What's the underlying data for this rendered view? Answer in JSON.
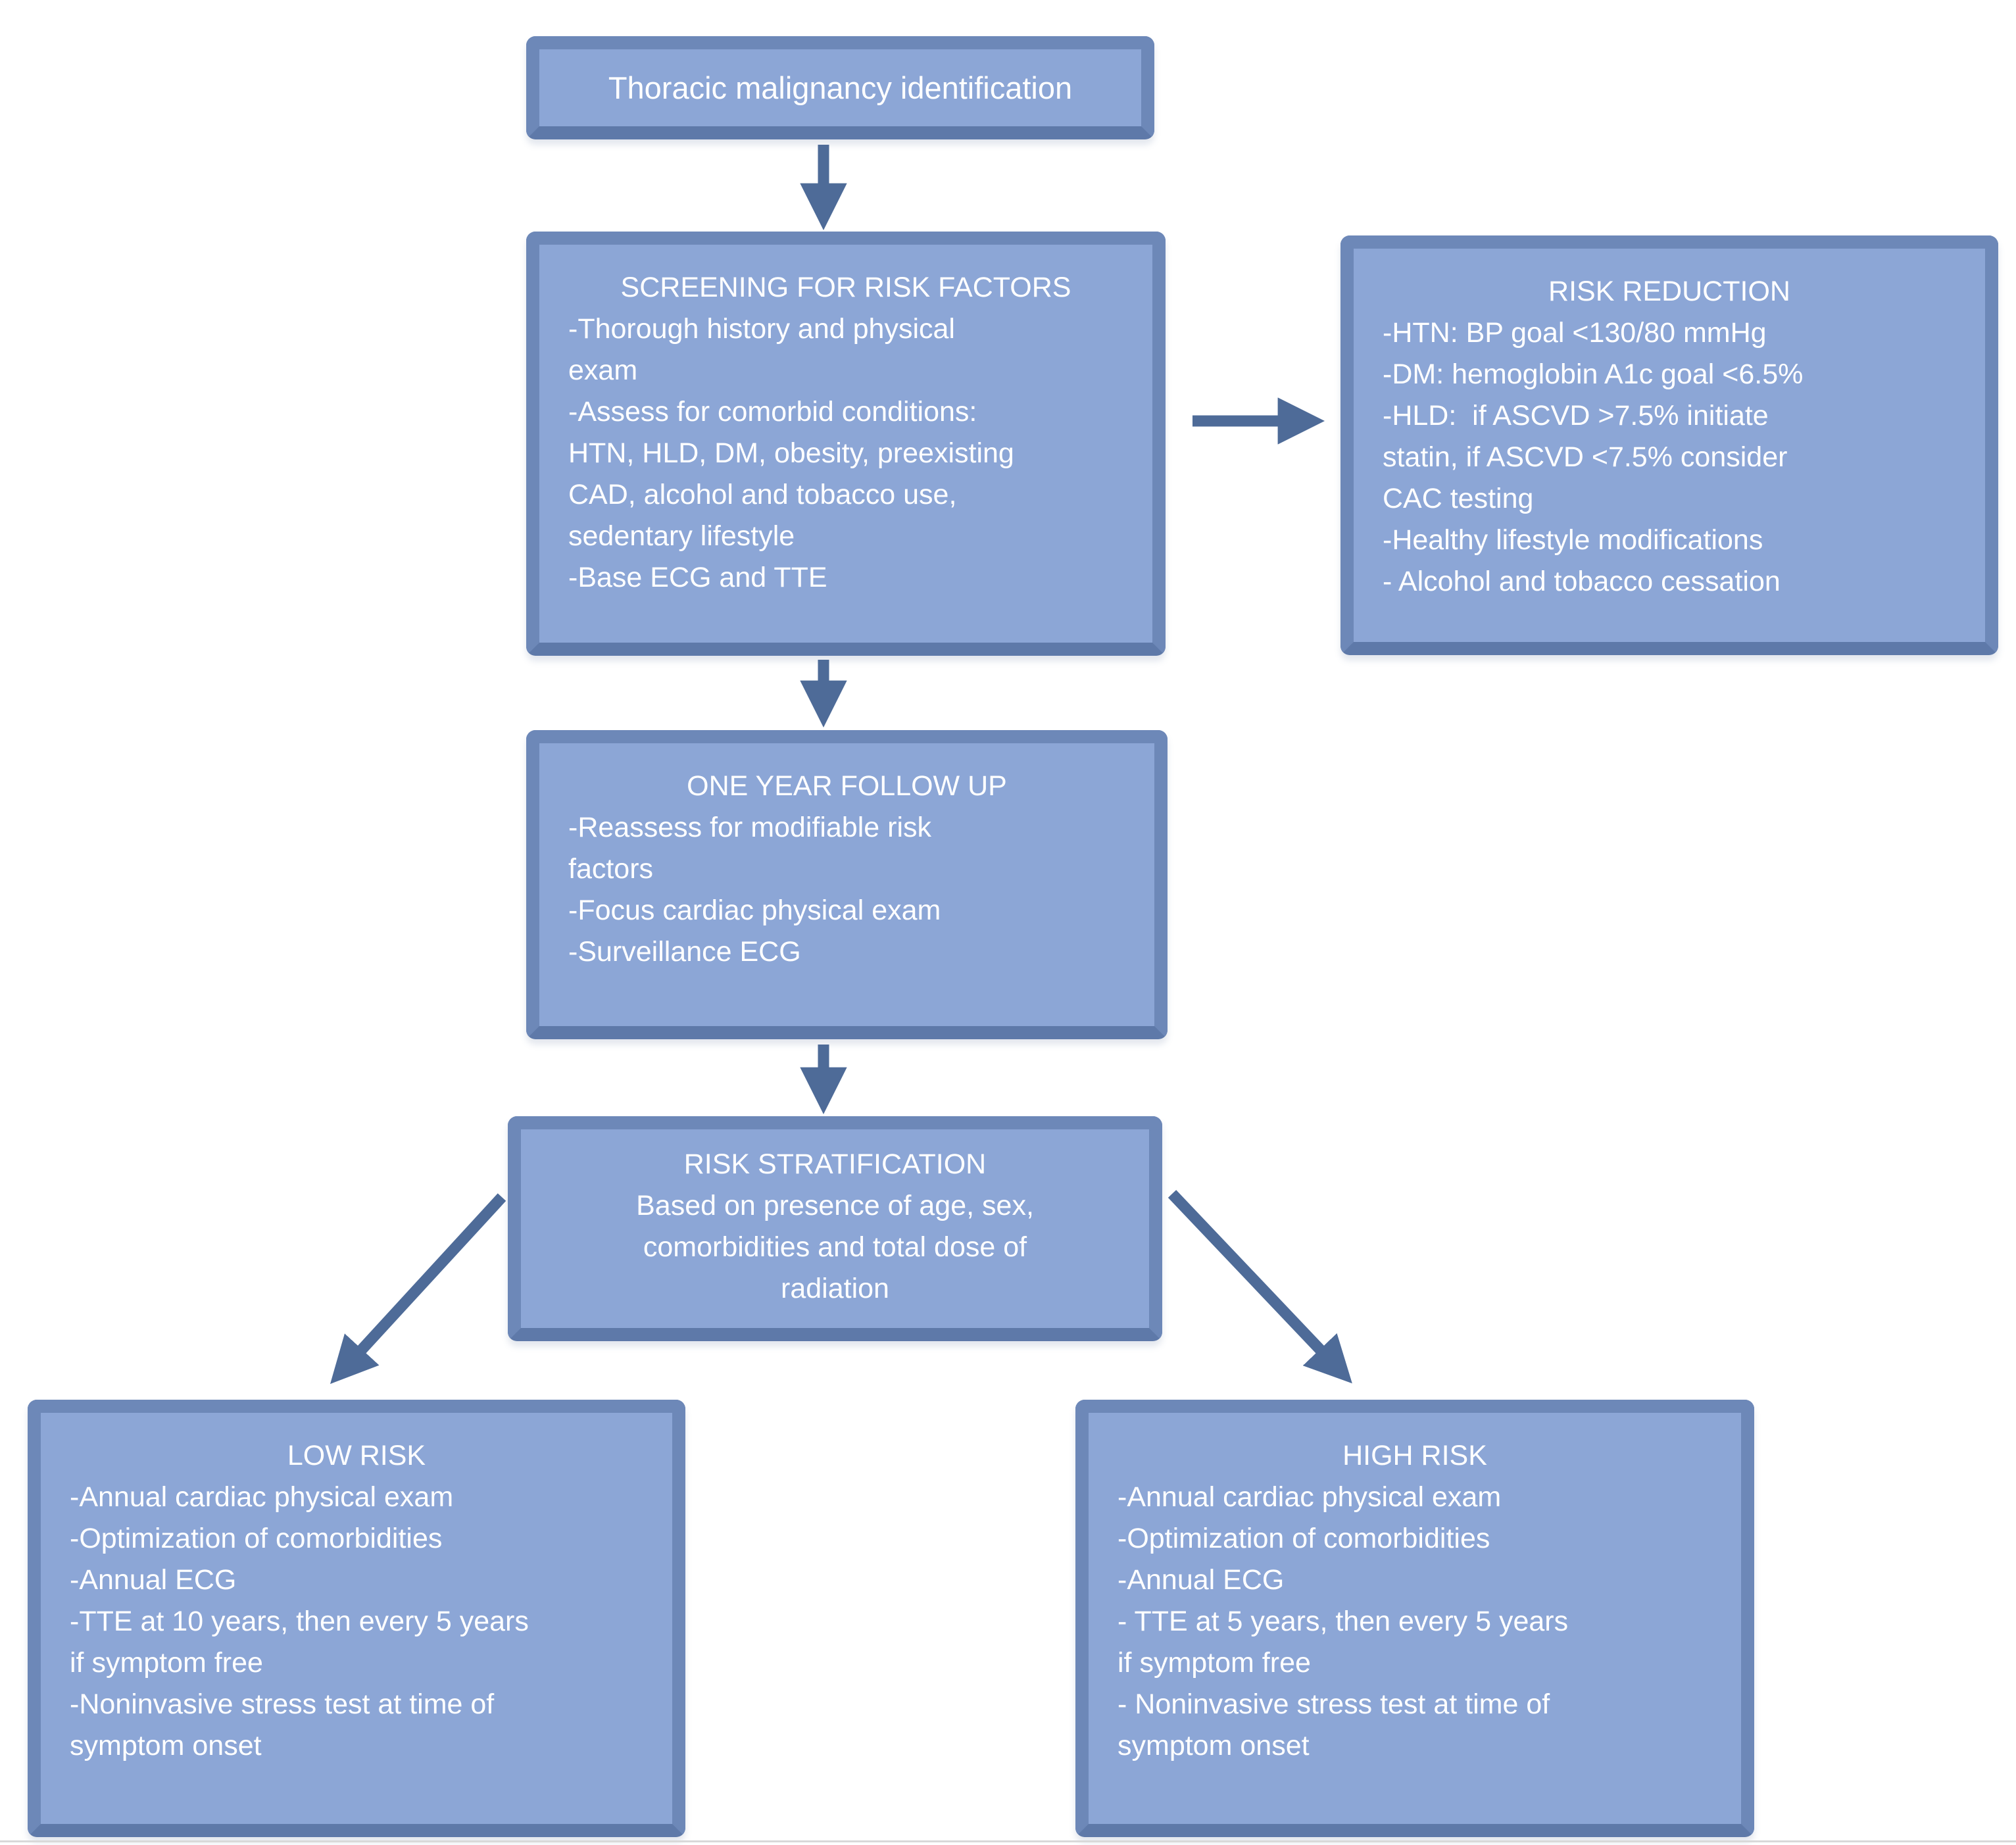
{
  "colors": {
    "box_fill": "#8ca6d6",
    "box_border": "#6d88b8",
    "box_border_dark": "#5e79a9",
    "arrow": "#4e6b98",
    "text": "#ffffff",
    "bottom_rule": "#d9d9d9"
  },
  "boxes": {
    "identification": {
      "title": "Thoracic malignancy identification",
      "lines": []
    },
    "screening": {
      "title": "SCREENING FOR RISK FACTORS",
      "lines": [
        "-Thorough history and physical",
        "exam",
        "-Assess for comorbid conditions:",
        "HTN, HLD, DM, obesity, preexisting",
        "CAD, alcohol and tobacco use,",
        "sedentary lifestyle",
        "-Base ECG and TTE"
      ]
    },
    "risk_reduction": {
      "title": "RISK REDUCTION",
      "lines": [
        "-HTN: BP goal <130/80 mmHg",
        "-DM: hemoglobin A1c goal <6.5%",
        "-HLD:  if ASCVD >7.5% initiate",
        "statin, if ASCVD <7.5% consider",
        "CAC testing",
        "-Healthy lifestyle modifications",
        "- Alcohol and tobacco cessation"
      ]
    },
    "one_year_follow_up": {
      "title": "ONE YEAR FOLLOW UP",
      "lines": [
        "-Reassess for modifiable risk",
        "factors",
        "-Focus cardiac physical exam",
        "-Surveillance ECG"
      ]
    },
    "risk_stratification": {
      "title": "RISK STRATIFICATION",
      "lines": [
        "Based on presence of age, sex,",
        "comorbidities and total dose of",
        "radiation"
      ]
    },
    "low_risk": {
      "title": "LOW RISK",
      "lines": [
        "-Annual cardiac physical exam",
        "-Optimization of comorbidities",
        "-Annual ECG",
        "-TTE at 10 years, then every 5 years",
        "if symptom free",
        "-Noninvasive stress test at time of",
        "symptom onset"
      ]
    },
    "high_risk": {
      "title": "HIGH RISK",
      "lines": [
        "-Annual cardiac physical exam",
        "-Optimization of comorbidities",
        "-Annual ECG",
        "- TTE at 5 years, then every 5 years",
        "if symptom free",
        "- Noninvasive stress test at time of",
        "symptom onset"
      ]
    }
  }
}
